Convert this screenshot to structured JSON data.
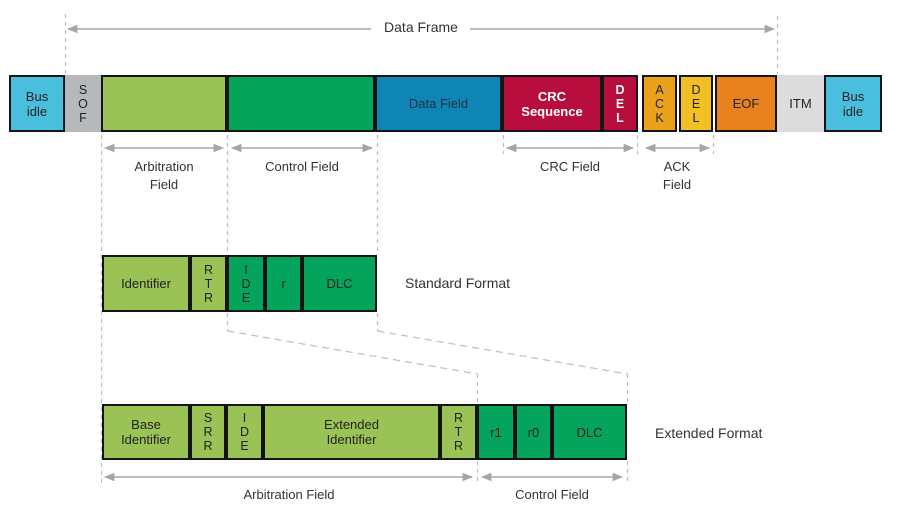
{
  "colors": {
    "cyan": "#49bfdd",
    "gray": "#b6b9bc",
    "light_green": "#9bc255",
    "green": "#04a45d",
    "blue": "#0f85b5",
    "crimson": "#b80e3e",
    "amber": "#eaa21b",
    "yellow": "#f2bf25",
    "orange": "#e8821d",
    "silver": "#dcdcdc"
  },
  "labels": {
    "data_frame": "Data Frame",
    "arbitration_field": "Arbitration\nField",
    "control_field": "Control Field",
    "crc_field": "CRC Field",
    "ack_field": "ACK\nField",
    "bottom_arbitration_field": "Arbitration Field",
    "bottom_control_field": "Control Field"
  },
  "top_bar": {
    "bus_idle_left": "Bus\nidle",
    "sof": "S\nO\nF",
    "data_field": "Data Field",
    "crc_sequence": "CRC\nSequence",
    "del_crc": "D\nE\nL",
    "ack": "A\nC\nK",
    "del_ack": "D\nE\nL",
    "eof": "EOF",
    "itm": "ITM",
    "bus_idle_right": "Bus\nidle"
  },
  "standard_format": {
    "caption": "Standard Format",
    "identifier": "Identifier",
    "rtr": "R\nT\nR",
    "ide": "I\nD\nE",
    "r": "r",
    "dlc": "DLC"
  },
  "extended_format": {
    "caption": "Extended Format",
    "base_identifier": "Base\nIdentifier",
    "srr": "S\nR\nR",
    "ide": "I\nD\nE",
    "extended_identifier": "Extended\nIdentifier",
    "rtr": "R\nT\nR",
    "r1": "r1",
    "r0": "r0",
    "dlc": "DLC"
  }
}
